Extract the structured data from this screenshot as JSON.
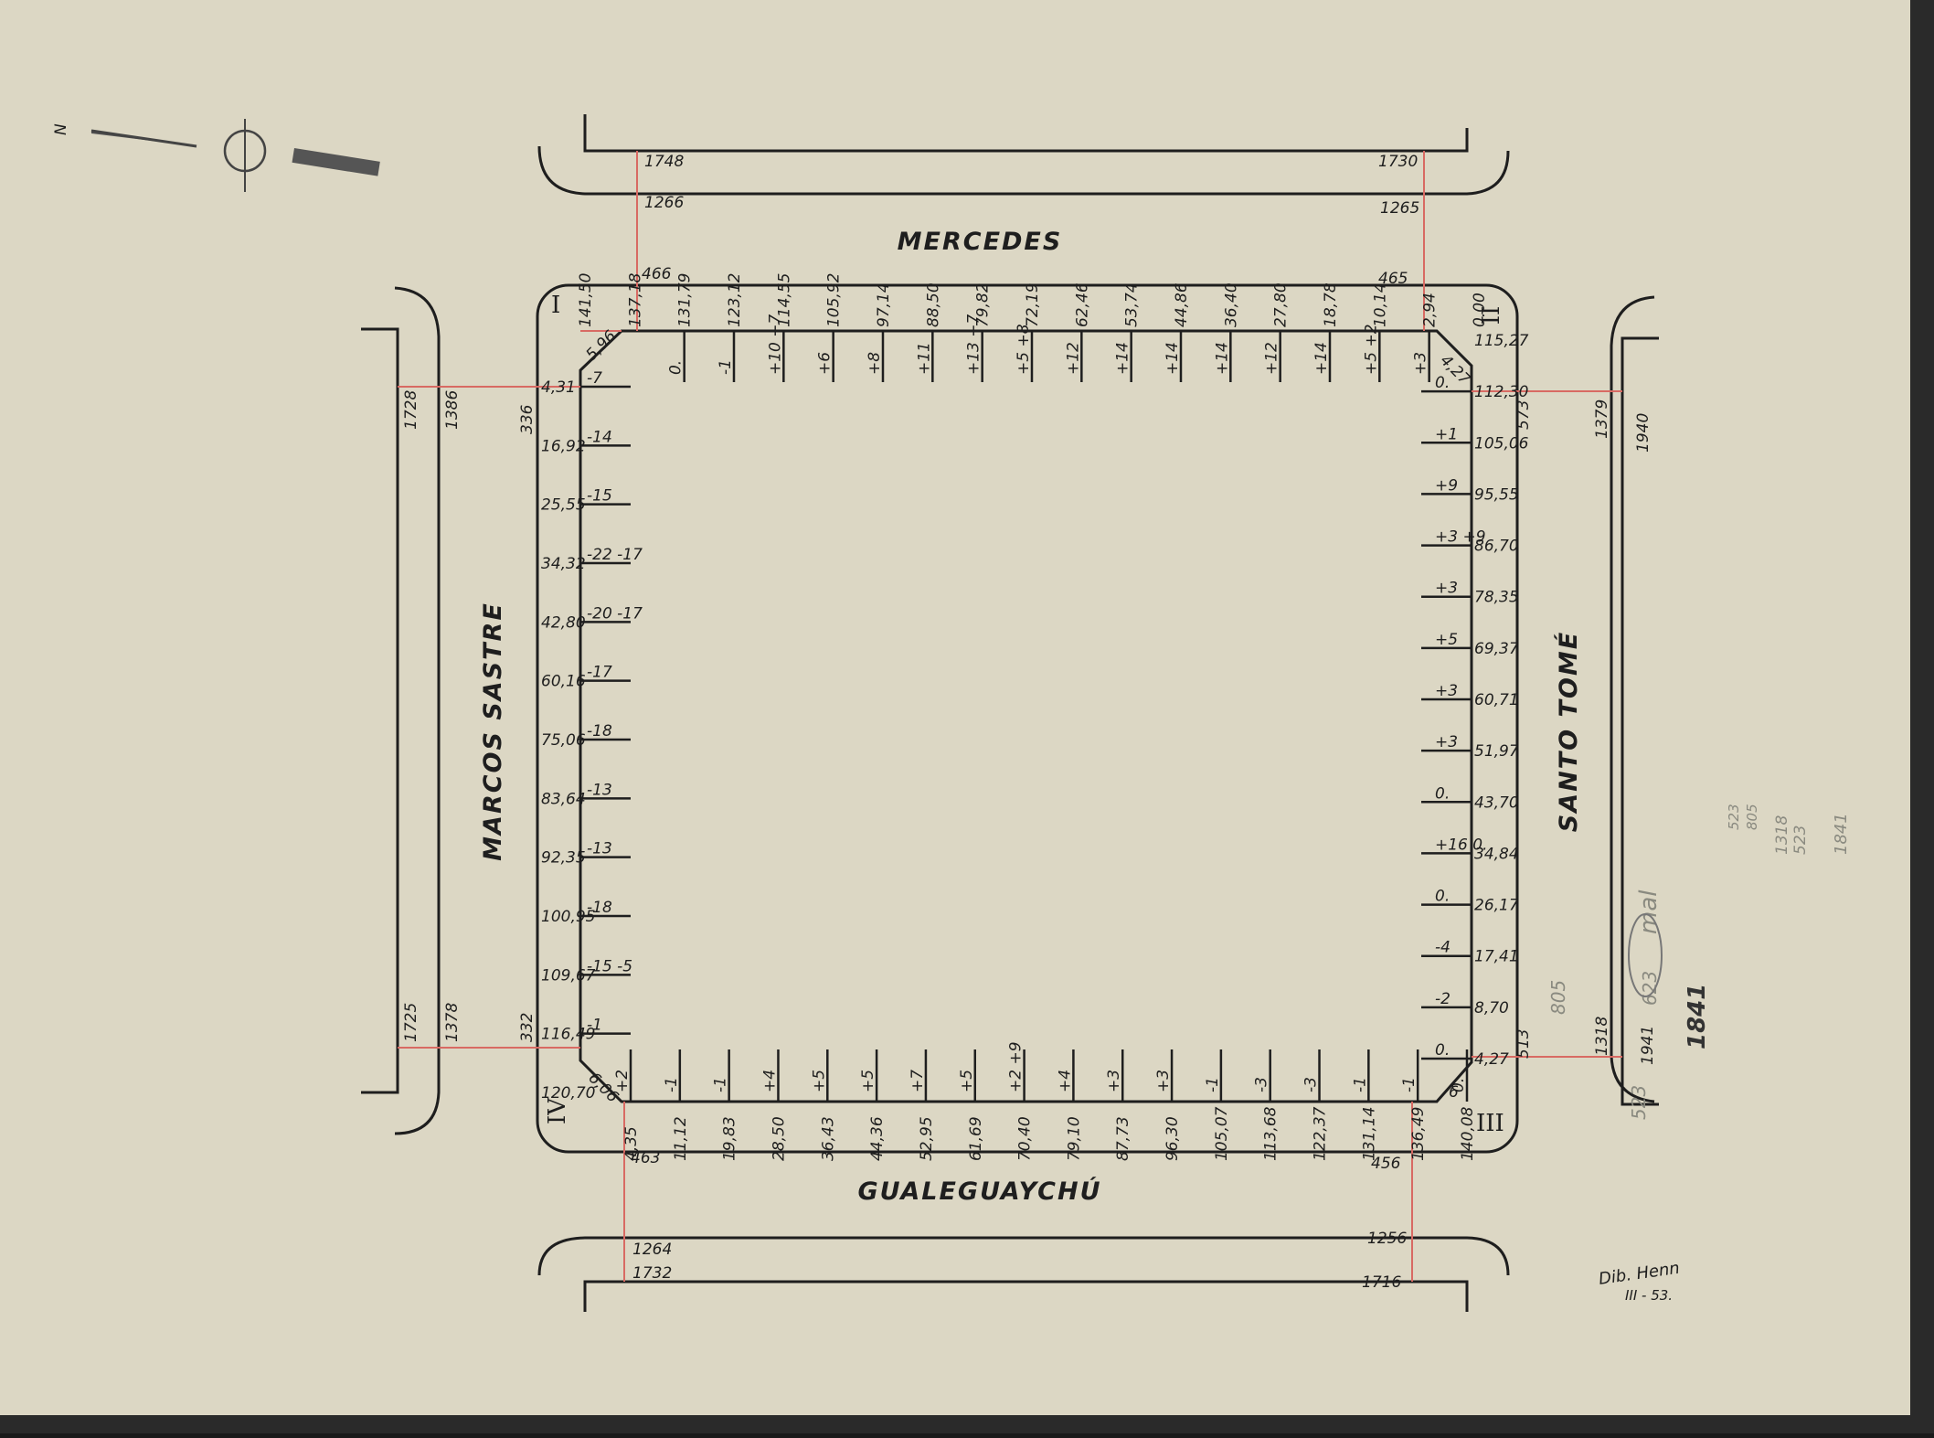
{
  "streets": {
    "north": "MERCEDES",
    "south": "GUALEGUAYCHÚ",
    "west": "MARCOS SASTRE",
    "east": "SANTO TOMÉ"
  },
  "corners": {
    "nw": "I",
    "ne": "II",
    "se": "III",
    "sw": "IV"
  },
  "north_side": {
    "far_left": "1748",
    "far_right": "1730",
    "near_left": "1266",
    "near_right": "1265",
    "curb_left": "466",
    "curb_right": "465",
    "stations": [
      {
        "level": "141,50",
        "off": ""
      },
      {
        "level": "137,18",
        "off": ""
      },
      {
        "level": "131,79",
        "off": "0."
      },
      {
        "level": "123,12",
        "off": "-1"
      },
      {
        "level": "114,55",
        "off": "+10 +7"
      },
      {
        "level": "105,92",
        "off": "+6"
      },
      {
        "level": "97,14",
        "off": "+8"
      },
      {
        "level": "88,50",
        "off": "+11"
      },
      {
        "level": "79,82",
        "off": "+13 +7"
      },
      {
        "level": "72,19",
        "off": "+5 +8"
      },
      {
        "level": "62,46",
        "off": "+12"
      },
      {
        "level": "53,74",
        "off": "+14"
      },
      {
        "level": "44,86",
        "off": "+14"
      },
      {
        "level": "36,40",
        "off": "+14"
      },
      {
        "level": "27,80",
        "off": "+12"
      },
      {
        "level": "18,78",
        "off": "+14"
      },
      {
        "level": "10,14",
        "off": "+5 +2"
      },
      {
        "level": "2,94",
        "off": "+3"
      },
      {
        "level": "0.00",
        "off": ""
      }
    ]
  },
  "south_side": {
    "far_left": "1732",
    "far_right": "1716",
    "near_left": "1264",
    "near_right": "1256",
    "curb_left": "463",
    "curb_right": "456",
    "stations": [
      {
        "level": "4,35",
        "off": "+2"
      },
      {
        "level": "11,12",
        "off": "-1"
      },
      {
        "level": "19,83",
        "off": "-1"
      },
      {
        "level": "28,50",
        "off": "+4"
      },
      {
        "level": "36,43",
        "off": "+5"
      },
      {
        "level": "44,36",
        "off": "+5"
      },
      {
        "level": "52,95",
        "off": "+7"
      },
      {
        "level": "61,69",
        "off": "+5"
      },
      {
        "level": "70,40",
        "off": "+2 +9"
      },
      {
        "level": "79,10",
        "off": "+4"
      },
      {
        "level": "87,73",
        "off": "+3"
      },
      {
        "level": "96,30",
        "off": "+3"
      },
      {
        "level": "105,07",
        "off": "-1"
      },
      {
        "level": "113,68",
        "off": "-3"
      },
      {
        "level": "122,37",
        "off": "-3"
      },
      {
        "level": "131,14",
        "off": "-1"
      },
      {
        "level": "136,49",
        "off": "-1"
      },
      {
        "level": "140,08",
        "off": "0."
      }
    ]
  },
  "west_side": {
    "far_top": "1728",
    "far_bottom": "1725",
    "near_top": "1386",
    "near_bottom": "1378",
    "curb_top": "336",
    "curb_bottom": "332",
    "stations": [
      {
        "level": "4,31",
        "off": "-7"
      },
      {
        "level": "16,92",
        "off": "-14"
      },
      {
        "level": "25,55",
        "off": "-15"
      },
      {
        "level": "34,32",
        "off": "-22 -17"
      },
      {
        "level": "42,80",
        "off": "-20 -17"
      },
      {
        "level": "60,16",
        "off": "-17"
      },
      {
        "level": "75,06",
        "off": "-18"
      },
      {
        "level": "83,64",
        "off": "-13"
      },
      {
        "level": "92,35",
        "off": "-13"
      },
      {
        "level": "100,95",
        "off": "-18"
      },
      {
        "level": "109,67",
        "off": "-15 -5"
      },
      {
        "level": "116,49",
        "off": "-1"
      },
      {
        "level": "120,70",
        "off": ""
      }
    ]
  },
  "east_side": {
    "far_top": "1940",
    "far_bottom": "1941",
    "near_top": "1379",
    "near_bottom": "1318",
    "curb_top": "573",
    "curb_bottom": "513",
    "stations": [
      {
        "level": "115,27",
        "off": ""
      },
      {
        "level": "112,30",
        "off": "0."
      },
      {
        "level": "105,06",
        "off": "+1"
      },
      {
        "level": "95,55",
        "off": "+9"
      },
      {
        "level": "86,70",
        "off": "+3 +9"
      },
      {
        "level": "78,35",
        "off": "+3"
      },
      {
        "level": "69,37",
        "off": "+5"
      },
      {
        "level": "60,71",
        "off": "+3"
      },
      {
        "level": "51,97",
        "off": "+3"
      },
      {
        "level": "43,70",
        "off": "0."
      },
      {
        "level": "34,84",
        "off": "+16 0."
      },
      {
        "level": "26,17",
        "off": "0."
      },
      {
        "level": "17,41",
        "off": "-4"
      },
      {
        "level": "8,70",
        "off": "-2"
      },
      {
        "level": "4,27",
        "off": "0."
      }
    ]
  },
  "chamfers": {
    "nw": "5,96",
    "ne": "4,27",
    "se": "6",
    "sw": "6,06"
  },
  "pencil_notes": [
    "805",
    "523",
    "1841",
    "623",
    "mal",
    "523",
    "805",
    "1318",
    "523",
    "1841"
  ],
  "signature": {
    "author": "Dib. Henn",
    "date": "III - 53."
  },
  "compass": {
    "label": "N"
  }
}
